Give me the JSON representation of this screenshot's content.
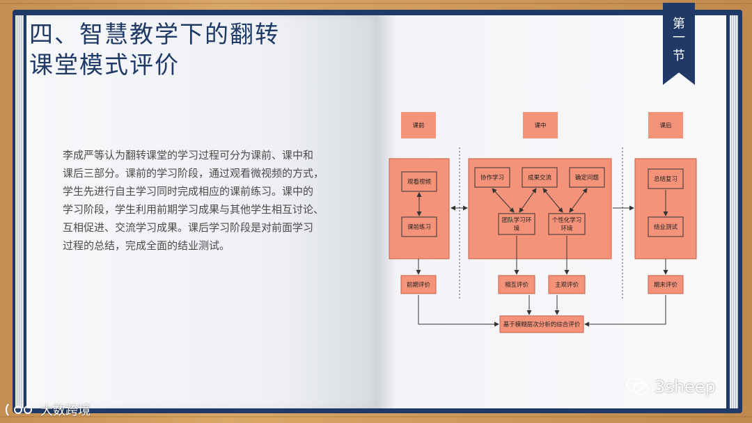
{
  "title_line1": "四、智慧教学下的翻转",
  "title_line2": "课堂模式评价",
  "body_lines": [
    "李成严等认为翻转课堂的学习过程可分为课前、课中和",
    "课后三部分。课前的学习阶段，通过观看微视频的方式，",
    "学生先进行自主学习同时完成相应的课前练习。课中的",
    "学习阶段，学生利用前期学习成果与其他学生相互讨论、",
    "互相促进、交流学习成果。课后学习阶段是对前面学习",
    "过程的总结，完成全面的结业测试。"
  ],
  "ribbon": {
    "line1": "第",
    "line2": "一",
    "line3": "节"
  },
  "diagram": {
    "header_pre": "课前",
    "header_mid": "课中",
    "header_post": "课后",
    "watch_video": "观看视频",
    "pre_exercise": "课前练习",
    "collab_learning": "协作学习",
    "share_results": "成果交流",
    "define_problem": "确定问题",
    "team_env_1": "团队学习环",
    "team_env_2": "境",
    "personal_env_1": "个性化学习",
    "personal_env_2": "环境",
    "summary_review": "总结复习",
    "final_test": "结业测试",
    "early_eval": "前期评价",
    "peer_eval": "相互评价",
    "self_eval": "主观评价",
    "final_eval": "期末评价",
    "combined_eval": "基于模糊层次分析的综合评价"
  },
  "colors": {
    "box_fill": "#f4937a",
    "box_stroke": "#c0634a",
    "navy": "#1f3a66"
  },
  "watermark": {
    "text": "3sheep",
    "icon": "wechat-icon"
  },
  "brand": {
    "text": "大数跨境",
    "icon": "brand-logo-icon"
  }
}
